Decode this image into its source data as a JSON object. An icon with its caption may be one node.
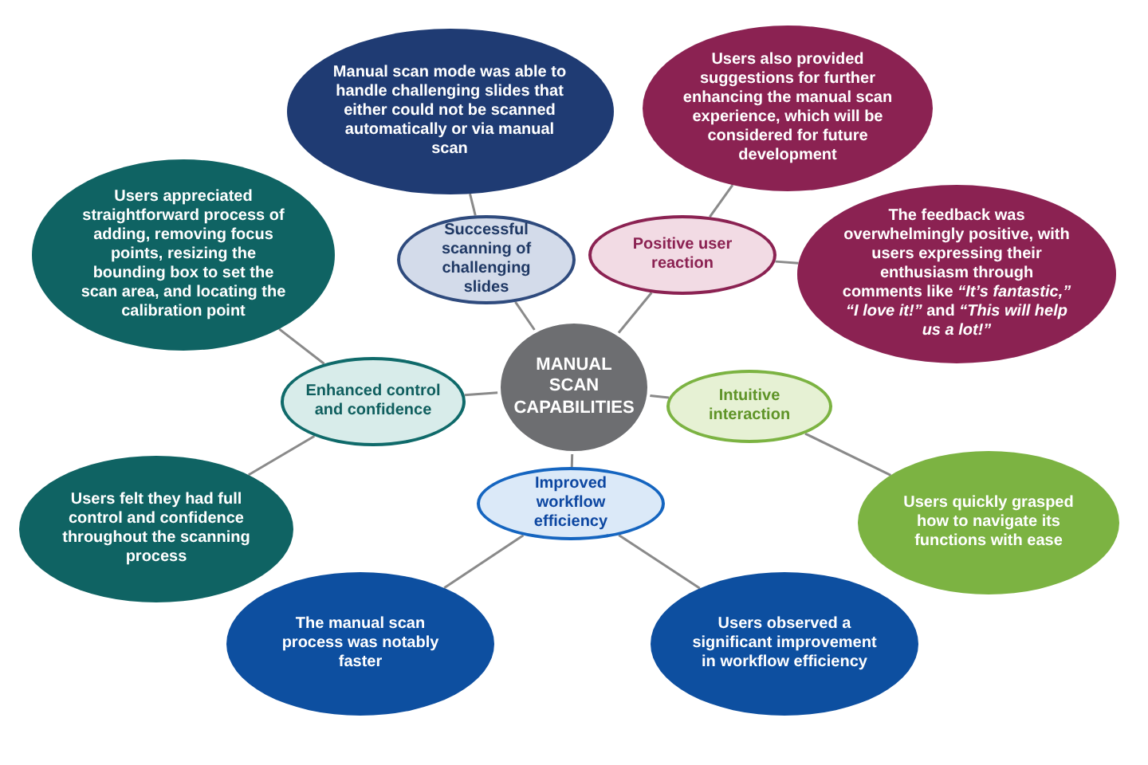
{
  "diagram": {
    "nodes": [
      {
        "text": [
          "MANUAL SCAN CAPABILITIES"
        ]
      },
      {
        "text": [
          "Successful scanning of challenging slides"
        ]
      },
      {
        "text": [
          "Manual scan mode was able to handle challenging slides that either could not be scanned automatically or via manual scan"
        ]
      },
      {
        "text": [
          "Positive user reaction"
        ]
      },
      {
        "text": [
          "Users also provided suggestions for further enhancing the manual scan experience, which will be considered for future development"
        ]
      },
      {
        "text": [
          "The feedback was overwhelmingly positive, with users expressing their enthusiasm through comments like *“It’s fantastic,” “I love it!”* and *“This will help us a lot!”*"
        ]
      },
      {
        "text": [
          "Intuitive interaction"
        ]
      },
      {
        "text": [
          "Users quickly grasped how to navigate its functions with ease"
        ]
      },
      {
        "text": [
          "Improved workflow efficiency"
        ]
      },
      {
        "text": [
          "The manual scan process was notably faster"
        ]
      },
      {
        "text": [
          "Users observed a significant improvement in workflow efficiency"
        ]
      },
      {
        "text": [
          "Enhanced control and confidence"
        ]
      },
      {
        "text": [
          "Users felt they had full control and confidence throughout the scanning process"
        ]
      },
      {
        "text": [
          "Users appreciated straightforward process of adding, removing focus points, resizing the bounding box to set the scan area, and locating the calibration point"
        ]
      }
    ],
    "edges": [
      {
        "from": 0,
        "to": 1,
        "arrow": "none"
      },
      {
        "from": 1,
        "to": 2,
        "arrow": "none"
      },
      {
        "from": 0,
        "to": 3,
        "arrow": "none"
      },
      {
        "from": 3,
        "to": 4,
        "arrow": "none"
      },
      {
        "from": 3,
        "to": 5,
        "arrow": "none"
      },
      {
        "from": 0,
        "to": 6,
        "arrow": "none"
      },
      {
        "from": 6,
        "to": 7,
        "arrow": "none"
      },
      {
        "from": 0,
        "to": 8,
        "arrow": "none"
      },
      {
        "from": 8,
        "to": 9,
        "arrow": "none"
      },
      {
        "from": 8,
        "to": 10,
        "arrow": "none"
      },
      {
        "from": 0,
        "to": 11,
        "arrow": "none"
      },
      {
        "from": 11,
        "to": 12,
        "arrow": "none"
      },
      {
        "from": 11,
        "to": 13,
        "arrow": "none"
      }
    ]
  }
}
